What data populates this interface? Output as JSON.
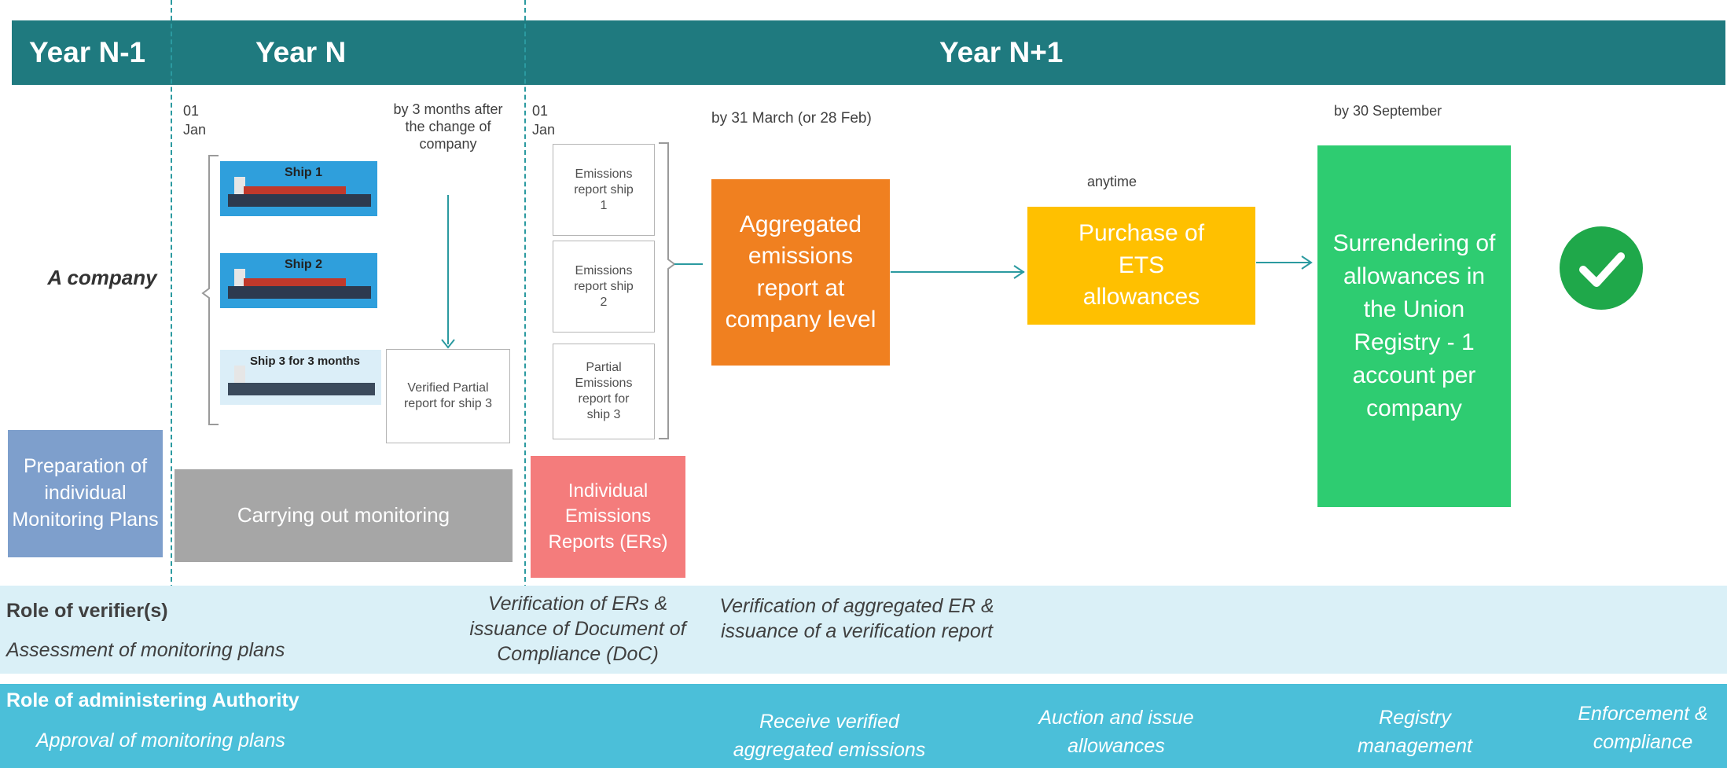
{
  "header": {
    "year_prev": "Year N-1",
    "year_n": "Year N",
    "year_next": "Year N+1"
  },
  "dates": {
    "n_day": "01",
    "n_month": "Jan",
    "by_3_months": "by 3 months after the change of company",
    "next_day": "01",
    "next_month": "Jan",
    "by_march": "by 31 March (or 28 Feb)",
    "anytime": "anytime",
    "by_september": "by 30 September"
  },
  "company_label": "A company",
  "ships": [
    "Ship 1",
    "Ship 2",
    "Ship 3 for 3 months"
  ],
  "verified_partial": "Verified Partial report for ship 3",
  "emission_reports": [
    "Emissions report ship 1",
    "Emissions report ship 2",
    "Partial Emissions report for ship 3"
  ],
  "steps": {
    "preparation": "Preparation of individual Monitoring Plans",
    "monitoring": "Carrying out monitoring",
    "individual_ers": "Individual Emissions Reports (ERs)",
    "aggregated": "Aggregated emissions report at company level",
    "purchase": "Purchase of ETS allowances",
    "surrender": "Surrendering of allowances in the Union Registry - 1 account per company"
  },
  "verifier": {
    "title": "Role of verifier(s)",
    "assessment": "Assessment of monitoring plans",
    "verification_ers": "Verification of ERs & issuance of Document of Compliance (DoC)",
    "verification_agg": "Verification of aggregated ER & issuance of a verification report"
  },
  "authority": {
    "title": "Role of administering Authority",
    "approval": "Approval of monitoring plans",
    "receive": "Receive verified aggregated emissions",
    "auction": "Auction and issue allowances",
    "registry": "Registry management",
    "enforcement": "Enforcement & compliance"
  },
  "colors": {
    "header": "#1f7a7f",
    "preparation": "#7e9fcc",
    "monitoring": "#a6a6a6",
    "individual_ers": "#f47c7c",
    "aggregated": "#f08020",
    "purchase": "#ffc000",
    "surrender": "#2ecc71",
    "check": "#1fa84a",
    "verifier_band": "#daf0f7",
    "authority_band": "#4bbfd9"
  }
}
